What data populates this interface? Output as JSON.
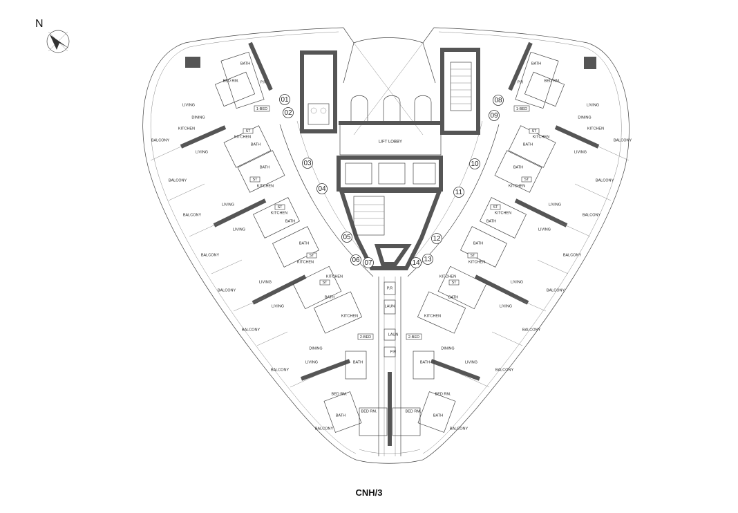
{
  "drawing": {
    "title": "CNH/3",
    "north_label": "N"
  },
  "core": {
    "lift_lobby_label": "LIFT LOBBY"
  },
  "unit_numbers": [
    "01",
    "02",
    "03",
    "04",
    "05",
    "06",
    "07",
    "08",
    "09",
    "10",
    "11",
    "12",
    "13",
    "14"
  ],
  "room_labels": {
    "living": "LIVING",
    "dining": "DINING",
    "kitchen": "KITCHEN",
    "bath": "BATH",
    "balcony": "BALCONY",
    "bed_room": "BED RM.",
    "store": "ST",
    "powder": "P.R",
    "laundry": "LAUN",
    "one_bed": "1-BED",
    "two_bed": "2-BED"
  },
  "colors": {
    "wall": "#555555",
    "line": "#444444",
    "background": "#ffffff"
  }
}
